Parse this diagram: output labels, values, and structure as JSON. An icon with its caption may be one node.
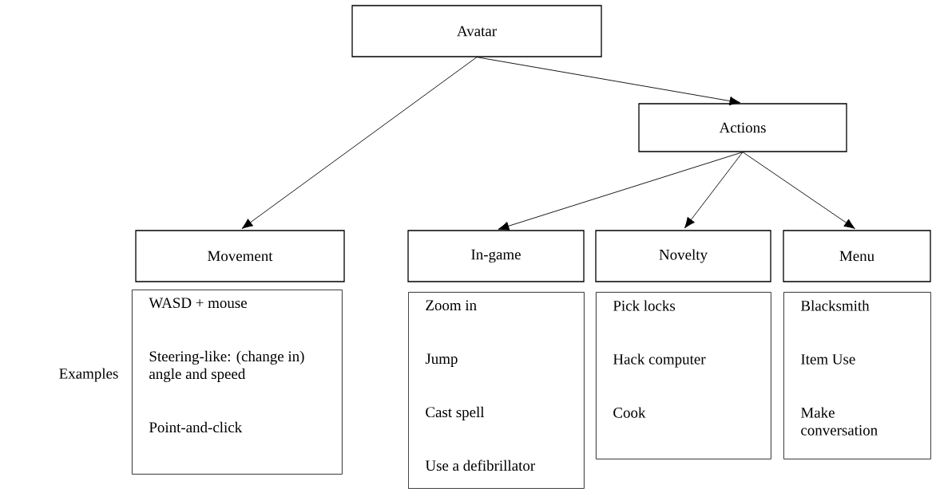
{
  "diagram": {
    "nodes": [
      {
        "text": [
          "Avatar"
        ]
      },
      {
        "text": [
          "Actions"
        ]
      },
      {
        "text": [
          "Movement"
        ]
      },
      {
        "text": [
          "In-game"
        ]
      },
      {
        "text": [
          "Novelty"
        ]
      },
      {
        "text": [
          "Menu"
        ]
      },
      {
        "text": [
          "WASD + mouse",
          "Steering-like:  (change in) angle and speed",
          "Point-and-click"
        ]
      },
      {
        "text": [
          "Zoom in",
          "Jump",
          "Cast spell",
          "Use a defibrillator"
        ]
      },
      {
        "text": [
          "Pick locks",
          "Hack computer",
          "Cook"
        ]
      },
      {
        "text": [
          "Blacksmith",
          "Item Use",
          "Make conversation"
        ]
      }
    ],
    "edges": [
      {
        "from": 0,
        "to": 2,
        "arrow": "to"
      },
      {
        "from": 0,
        "to": 1,
        "arrow": "to"
      },
      {
        "from": 1,
        "to": 3,
        "arrow": "to"
      },
      {
        "from": 1,
        "to": 4,
        "arrow": "to"
      },
      {
        "from": 1,
        "to": 5,
        "arrow": "to"
      }
    ],
    "labels": [
      "Examples"
    ]
  }
}
